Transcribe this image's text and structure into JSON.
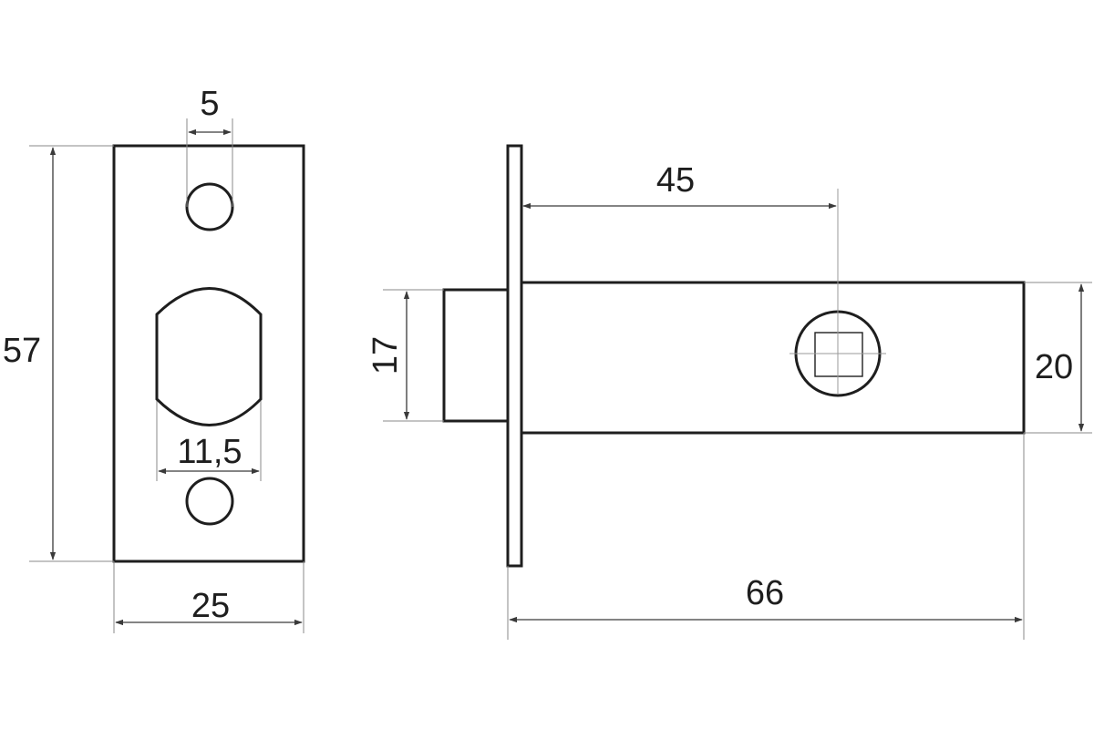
{
  "dimensions": {
    "plate_hole_diameter": "5",
    "plate_height": "57",
    "plate_opening_width": "11,5",
    "plate_width": "25",
    "spindle_offset": "45",
    "bolt_height": "17",
    "body_height": "20",
    "overall_length": "66"
  },
  "colors": {
    "line": "#1e1e1e",
    "dimension": "#3a3a3a",
    "background": "#ffffff"
  }
}
